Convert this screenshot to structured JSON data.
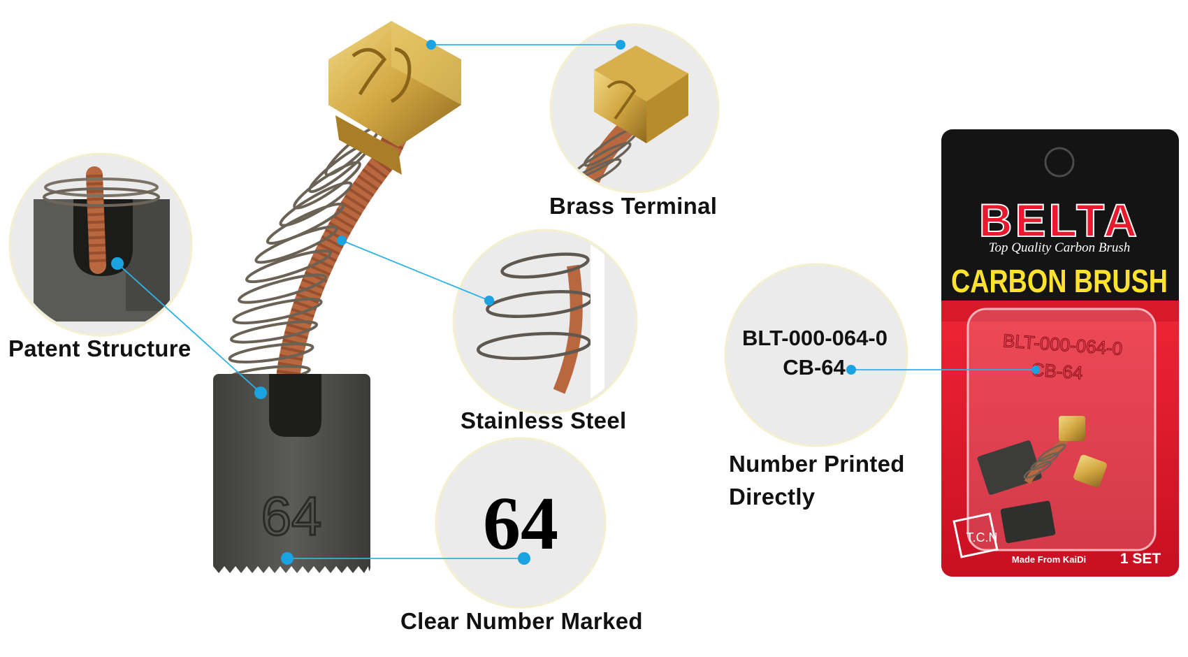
{
  "callouts": {
    "brass_terminal": "Brass Terminal",
    "patent_structure": "Patent Structure",
    "stainless_steel": "Stainless Steel",
    "clear_number": "Clear Number Marked",
    "number_printed_line1": "Number Printed",
    "number_printed_line2": "Directly"
  },
  "brush_marking": "64",
  "zoom_number": "64",
  "code_circle": {
    "line1": "BLT-000-064-0",
    "line2": "CB-64"
  },
  "package": {
    "brand": "BELTA",
    "tagline": "Top Quality Carbon Brush",
    "product": "CARBON BRUSH",
    "print_line1": "BLT-000-064-0",
    "print_line2": "CB-64",
    "made_from": "Made From KaiDi",
    "set_count": "1 SET",
    "badge": "T.C.N"
  },
  "colors": {
    "callout_line": "#2fb2e6",
    "callout_dot": "#1aa3e0",
    "circle_bg": "#ebebeb",
    "circle_border": "#f3eec4",
    "package_black": "#141414",
    "package_red": "#e0152a",
    "brand_red": "#e51b2d",
    "product_yellow": "#ffe22e",
    "brass": "#d9b44f",
    "copper": "#b8673e",
    "carbon": "#4b4c48"
  }
}
